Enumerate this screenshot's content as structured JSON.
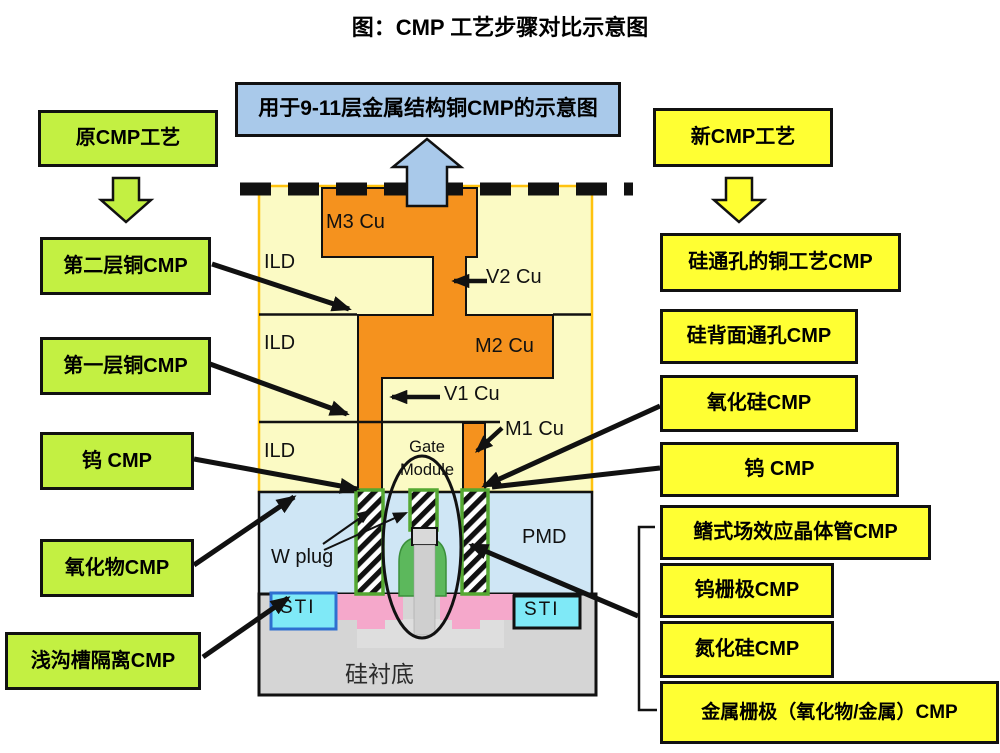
{
  "title": "图：CMP 工艺步骤对比示意图",
  "top_banner": "用于9-11层金属结构铜CMP的示意图",
  "left_column": {
    "header": "原CMP工艺",
    "items": [
      "第二层铜CMP",
      "第一层铜CMP",
      "钨 CMP",
      "氧化物CMP",
      "浅沟槽隔离CMP"
    ]
  },
  "right_column": {
    "header": "新CMP工艺",
    "items": [
      "硅通孔的铜工艺CMP",
      "硅背面通孔CMP",
      "氧化硅CMP",
      "钨 CMP",
      "鳍式场效应晶体管CMP",
      "钨栅极CMP",
      "氮化硅CMP",
      "金属栅极（氧化物/金属）CMP"
    ]
  },
  "cross_section": {
    "labels": {
      "m3": "M3 Cu",
      "ild1": "ILD",
      "v2": "V2 Cu",
      "ild2": "ILD",
      "m2": "M2 Cu",
      "v1": "V1 Cu",
      "m1": "M1 Cu",
      "ild3": "ILD",
      "gate1": "Gate",
      "gate2": "Module",
      "w_plug": "W plug",
      "pmd": "PMD",
      "sti_left": "STI",
      "sti_right": "STI",
      "substrate": "硅衬底"
    }
  },
  "graphics": {
    "up_arrow": "blue-up-arrow",
    "down_arrow_left": "green-down-arrow",
    "down_arrow_right": "yellow-down-arrow",
    "dashed_top_line": "black-dashed-line",
    "group_bracket": "right-square-bracket"
  },
  "colors": {
    "old_process_box": "#c3f042",
    "new_process_box": "#ffff33",
    "banner_blue": "#a9c9ea",
    "copper_orange": "#f5921e",
    "ild_yellow": "#fbfac4",
    "ild_border": "#ffc20e",
    "pmd_blue": "#cfe6f5",
    "substrate_gray": "#d5d5d5",
    "sti_cyan": "#7fe9f7",
    "sti_left_border": "#2e6fd0",
    "diffusion_pink": "#f5a8cb",
    "gate_green": "#5cb85c",
    "plug_border_green": "#55a832"
  }
}
